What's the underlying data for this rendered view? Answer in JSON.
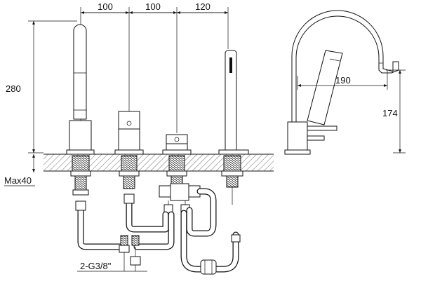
{
  "front_view": {
    "dimensions_top": [
      "100",
      "100",
      "120"
    ],
    "height_label": "280",
    "deck_label": "Max40",
    "connection_label": "2-G3/8\""
  },
  "side_view": {
    "reach_label": "190",
    "height_label": "174"
  }
}
